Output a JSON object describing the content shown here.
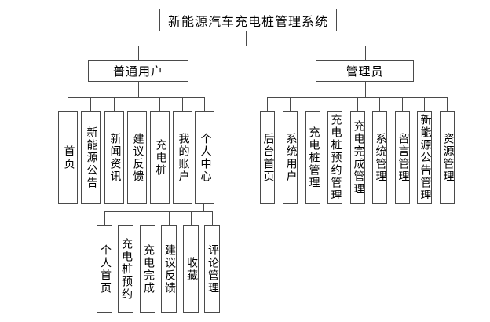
{
  "root": {
    "label": "新能源汽车充电桩管理系统"
  },
  "branches": [
    {
      "label": "普通用户",
      "children": [
        "首页",
        "新能源公告",
        "新闻资讯",
        "建议反馈",
        "充电桩",
        "我的账户",
        "个人中心"
      ]
    },
    {
      "label": "管理员",
      "children": [
        "后台首页",
        "系统用户",
        "充电桩管理",
        "充电桩预约管理",
        "充电完成管理",
        "系统管理",
        "留言管理",
        "新能源公告管理",
        "资源管理"
      ]
    }
  ],
  "personal_center": {
    "children": [
      "个人首页",
      "充电桩预约",
      "充电完成",
      "建议反馈",
      "收藏",
      "评论管理"
    ]
  },
  "colors": {
    "line": "#4a4a4a",
    "background": "#ffffff",
    "text": "#000000"
  }
}
